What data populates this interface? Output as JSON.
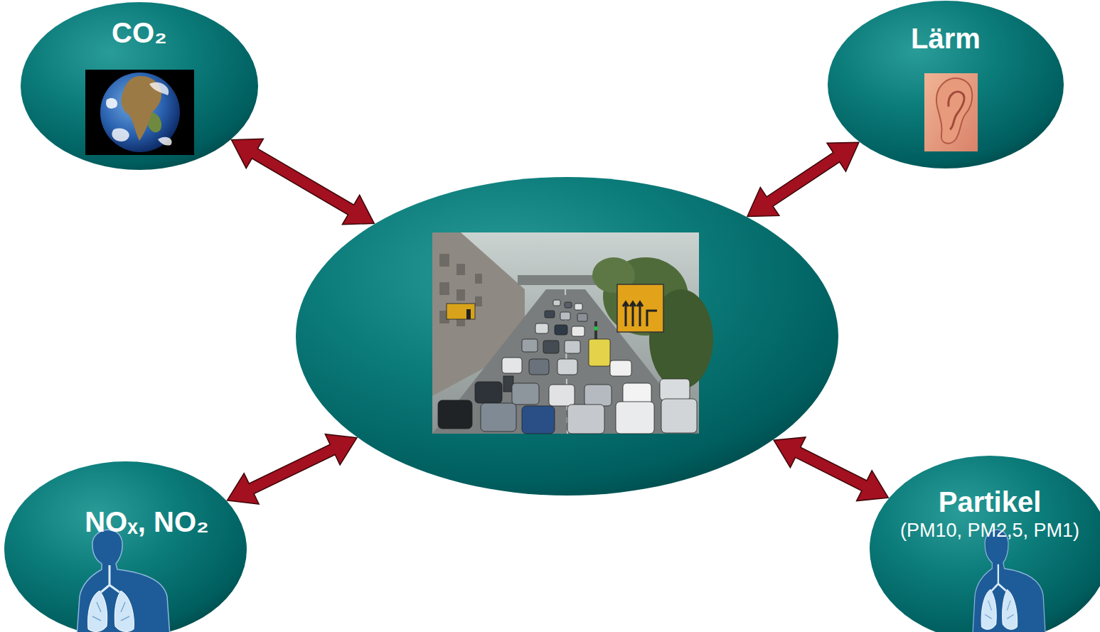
{
  "diagram": {
    "nodes": [
      {
        "text": [
          "CO₂"
        ]
      },
      {
        "text": [
          "Lärm"
        ]
      },
      {
        "text": []
      },
      {
        "text": [
          "NOₓ, NO₂"
        ]
      },
      {
        "text": [
          "Partikel",
          "(PM10, PM2,5, PM1)"
        ]
      }
    ],
    "edges": [
      {
        "from": 2,
        "to": 0,
        "arrow": "both"
      },
      {
        "from": 2,
        "to": 1,
        "arrow": "both"
      },
      {
        "from": 2,
        "to": 3,
        "arrow": "both"
      },
      {
        "from": 2,
        "to": 4,
        "arrow": "both"
      }
    ]
  }
}
